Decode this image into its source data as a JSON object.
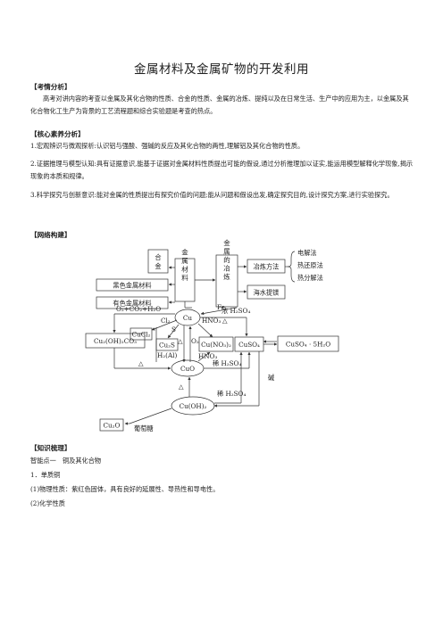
{
  "title": "金属材料及金属矿物的开发利用",
  "sections": {
    "kaoqing": "【考情分析】",
    "kaoqing_text": "高考对讲内容的考查以金属及其化合物的性质、合金的性质、金属的冶炼、提纯以及在日常生活、生产中的应用为主，以金属及其化合物化工生产为背景的工艺流程题和综合实验题是考查的热点。",
    "hexin": "【核心素养分析】",
    "hexin_items": [
      "1.宏观辨识与微观探析:认识铝与强酸、强碱的反应及其化合物的两性,理解铝及其化合物的性质。",
      "2.证据推理与模型认知:具有证据意识,能基于证据对金属材料性质提出可能的假设,通过分析推理加以证实,能运用模型解释化学现象,揭示现象的本质和规律。",
      "3.科学探究与创新意识:能对金属的性质提出有探究价值的问题;能从问题和假设出发,确定探究目的,设计探究方案,进行实验探究。"
    ],
    "wangluo": "【网络构建】",
    "zhishi": "【知识梳理】"
  },
  "diagram": {
    "hejin": "合金",
    "jinshu_cailiao": "金属材料",
    "heise": "黑色金属材料",
    "youse": "有色金属材料",
    "yelian": "金属的冶炼",
    "yelian_fangfa": "冶炼方法",
    "haishui": "海水提镁",
    "methods": [
      "电解法",
      "热还原法",
      "热分解法"
    ],
    "fe": "Fe",
    "cu": "Cu",
    "o2co2h2o": "O₂+CO₂+H₂O",
    "cl2": "Cl₂",
    "s": "S",
    "cucl2": "CuCl₂",
    "cu2s": "Cu₂S",
    "cu2oh2co3": "Cu₂(OH)₂CO₃",
    "hno3_top": "HNO₃",
    "delta": "△",
    "nong_h2so4": "浓 H₂SO₄",
    "o2": "O₂",
    "h2al": "H₂(Al)",
    "cuno32": "Cu(NO₃)₂",
    "cuso4": "CuSO₄",
    "cuso4_5h2o": "CuSO₄ · 5H₂O",
    "hno3_mid": "HNO₃",
    "xi_h2so4_1": "稀 H₂SO₄",
    "cuo": "CuO",
    "xi_h2so4_2": "稀 H₂SO₄",
    "jian": "碱",
    "cuoh2": "Cu(OH)₂",
    "cu2o": "Cu₂O",
    "putaotang": "葡萄糖"
  },
  "knowledge": {
    "point": "智能点一　铜及其化合物",
    "item1": "1．单质铜",
    "item1a": "(1)物理性质：紫红色固体，具有良好的延展性、导热性和导电性。",
    "item1b": "(2)化学性质"
  }
}
